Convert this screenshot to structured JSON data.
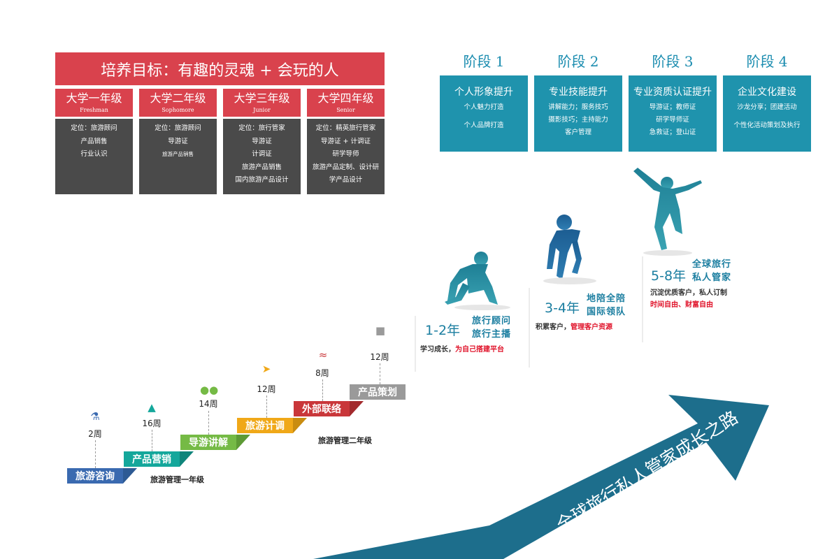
{
  "goal": "培养目标：有趣的灵魂 + 会玩的人",
  "years": [
    {
      "title": "大学一年级",
      "en": "Freshman",
      "lines": [
        "定位：旅游顾问",
        "产品销售",
        "行业认识"
      ]
    },
    {
      "title": "大学二年级",
      "en": "Sophomore",
      "lines": [
        "定位：旅游顾问",
        "导游证",
        "旅游产品销售"
      ]
    },
    {
      "title": "大学三年级",
      "en": "Junior",
      "lines": [
        "定位：旅行管家",
        "导游证",
        "计调证",
        "旅游产品销售",
        "国内旅游产品设计"
      ]
    },
    {
      "title": "大学四年级",
      "en": "Senior",
      "lines": [
        "定位：精英旅行管家",
        "导游证 + 计调证",
        "研学导师",
        "旅游产品定制、设计研",
        "学产品设计"
      ]
    }
  ],
  "stages": [
    {
      "title": "阶段 1",
      "head": "个人形象提升",
      "lines": [
        "个人魅力打造",
        "个人品牌打造"
      ]
    },
    {
      "title": "阶段 2",
      "head": "专业技能提升",
      "lines": [
        "讲解能力；服务技巧",
        "摄影技巧；主持能力",
        "客户管理"
      ]
    },
    {
      "title": "阶段 3",
      "head": "专业资质认证提升",
      "lines": [
        "导游证；教师证",
        "研学导师证",
        "急救证；登山证"
      ]
    },
    {
      "title": "阶段 4",
      "head": "企业文化建设",
      "lines": [
        "沙龙分享；团建活动",
        "个性化活动策划及执行"
      ]
    }
  ],
  "steps": [
    {
      "label": "旅游咨询",
      "weeks": "2周",
      "color": "#3a6ab0",
      "icon": "team-icon"
    },
    {
      "label": "产品营销",
      "weeks": "16周",
      "color": "#14a79b",
      "icon": "thumbs-up-icon"
    },
    {
      "label": "导游讲解",
      "weeks": "14周",
      "color": "#75ba45",
      "icon": "group-icon"
    },
    {
      "label": "旅游计调",
      "weeks": "12周",
      "color": "#f0a818",
      "icon": "plane-icon"
    },
    {
      "label": "外部联络",
      "weeks": "8周",
      "color": "#c9373a",
      "icon": "swimmer-icon"
    },
    {
      "label": "产品策划",
      "weeks": "12周",
      "color": "#9a9a9a",
      "icon": "desk-person-icon"
    }
  ],
  "grades": [
    "旅游管理一年级",
    "旅游管理二年级"
  ],
  "career": [
    {
      "years": "1-2年",
      "role": [
        "旅行顾问",
        "旅行主播"
      ],
      "desc_plain": "学习成长，",
      "desc_red": "为自己搭建平台"
    },
    {
      "years": "3-4年",
      "role": [
        "地陪全陪",
        "国际领队"
      ],
      "desc_plain": "积累客户，",
      "desc_red": "管理客户资源"
    },
    {
      "years": "5-8年",
      "role": [
        "全球旅行",
        "私人管家"
      ],
      "desc_plain": "沉淀优质客户，私人订制",
      "desc_red": "时间自由、财富自由"
    }
  ],
  "arrow_text": "全球旅行私人管家成长之路",
  "colors": {
    "red": "#d9424d",
    "teal": "#1f93ad",
    "dark": "#4a4a4a",
    "arrow": "#1d6e8c"
  }
}
